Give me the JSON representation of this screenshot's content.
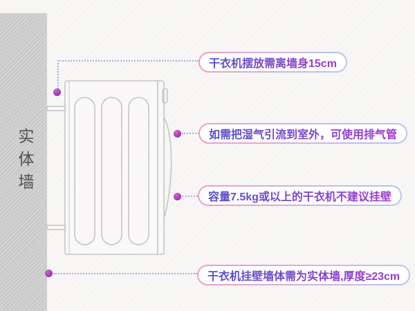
{
  "wall": {
    "label": "实体墙"
  },
  "callouts": [
    {
      "id": "wall-distance",
      "text": "干衣机摆放需离墙身15cm"
    },
    {
      "id": "vent-pipe",
      "text": "如需把湿气引流到室外，可使用排气管"
    },
    {
      "id": "capacity-limit",
      "text": "容量7.5kg或以上的干衣机不建议挂壁"
    },
    {
      "id": "wall-thickness",
      "text": "干衣机挂壁墙体需为实体墙,厚度≥23cm"
    }
  ],
  "colors": {
    "background": "#f8f7f5",
    "wall_fill": "#c9c9c9",
    "wall_text": "#4f4f4f",
    "drawing_line": "#c5c5c5",
    "leader_line": "#aea6e8",
    "dot": "#9232c4",
    "pill_border_left": "#f09cc5",
    "pill_border_right": "#b7c6f3",
    "pill_text_start": "#5450c9",
    "pill_text_end": "#a138cd"
  }
}
